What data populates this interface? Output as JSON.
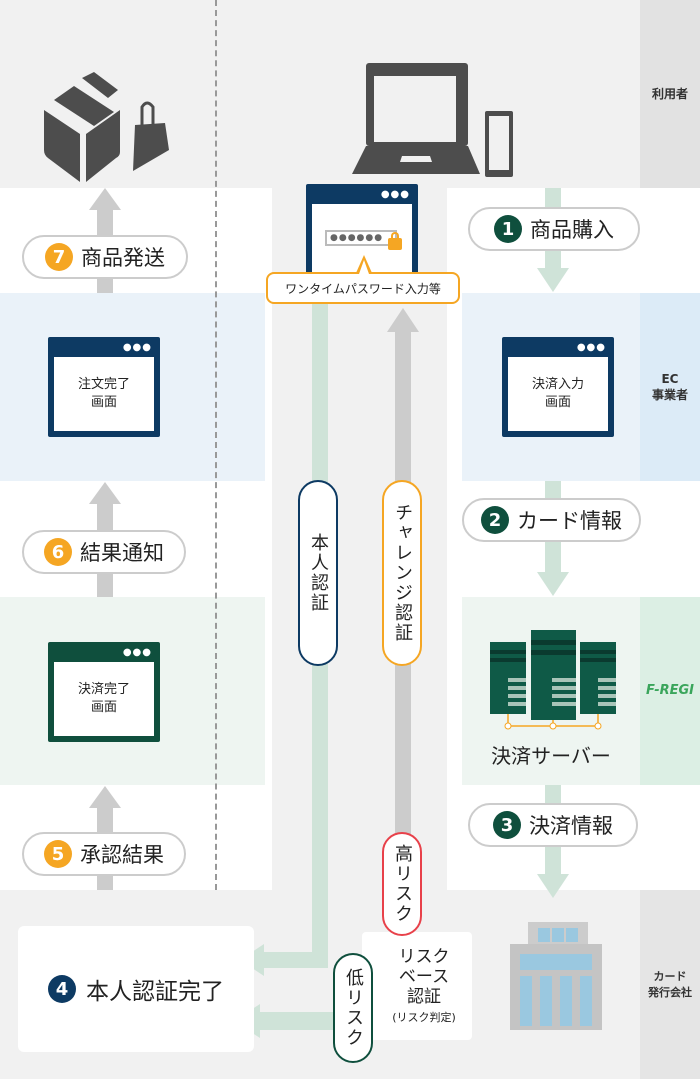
{
  "lanes": {
    "user": "利用者",
    "ec": "EC\n事業者",
    "fregi_logo": "F-REGI",
    "issuer": "カード\n発行会社"
  },
  "steps": [
    {
      "num": "1",
      "label": "商品購入"
    },
    {
      "num": "2",
      "label": "カード情報"
    },
    {
      "num": "3",
      "label": "決済情報"
    },
    {
      "num": "4",
      "label": "本人認証完了"
    },
    {
      "num": "5",
      "label": "承認結果"
    },
    {
      "num": "6",
      "label": "結果通知"
    },
    {
      "num": "7",
      "label": "商品発送"
    }
  ],
  "screens": {
    "payment_input": "決済入力\n画面",
    "order_complete": "注文完了\n画面",
    "payment_complete": "決済完了\n画面"
  },
  "password_callout": "ワンタイムパスワード入力等",
  "auth": {
    "identity": "本人認証",
    "challenge": "チャレンジ認証",
    "high_risk": "高リスク",
    "low_risk": "低リスク",
    "risk_based": "リスク\nベース\n認証",
    "risk_judgement": "(リスク判定)"
  },
  "server_label": "決済サーバー",
  "colors": {
    "navy": "#0d3a63",
    "green": "#0f4f3d",
    "orange": "#f5a623",
    "red": "#e8414a"
  }
}
